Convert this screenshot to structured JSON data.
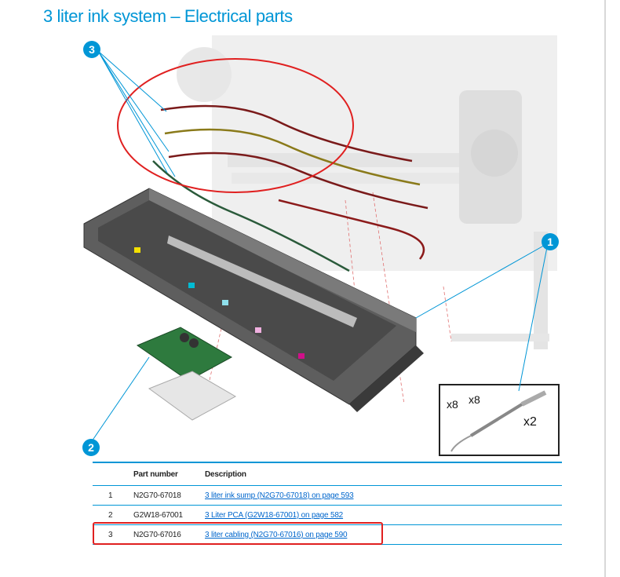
{
  "page": {
    "title": "3 liter ink system – Electrical parts"
  },
  "callouts": {
    "one": "1",
    "two": "2",
    "three": "3"
  },
  "kit": {
    "label_a": "x8",
    "label_b": "x8",
    "label_c": "x2"
  },
  "table": {
    "headers": {
      "index": "",
      "part_number": "Part number",
      "description": "Description"
    },
    "rows": [
      {
        "index": "1",
        "part_number": "N2G70-67018",
        "description": "3 liter ink sump (N2G70-67018) on page 593"
      },
      {
        "index": "2",
        "part_number": "G2W18-67001",
        "description": "3 Liter PCA (G2W18-67001) on page 582"
      },
      {
        "index": "3",
        "part_number": "N2G70-67016",
        "description": "3 liter cabling (N2G70-67016) on page 590"
      }
    ]
  },
  "colors": {
    "accent": "#0096d6",
    "highlight": "#e02020",
    "link": "#0066cc"
  }
}
